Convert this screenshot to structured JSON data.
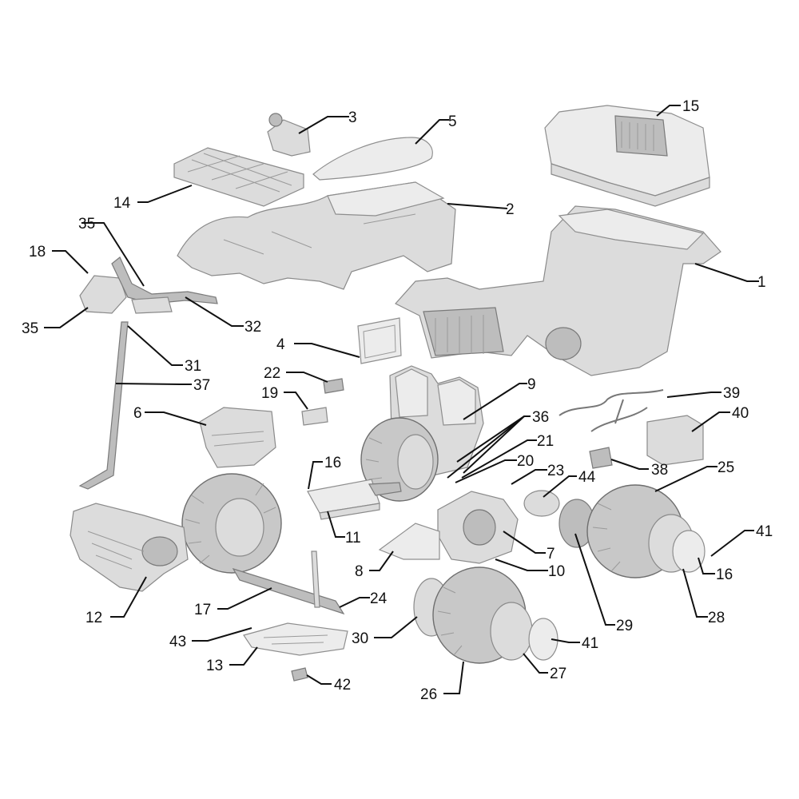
{
  "callouts": [
    {
      "id": "c1",
      "label": "1"
    },
    {
      "id": "c2",
      "label": "2"
    },
    {
      "id": "c3",
      "label": "3"
    },
    {
      "id": "c4",
      "label": "4"
    },
    {
      "id": "c5",
      "label": "5"
    },
    {
      "id": "c6",
      "label": "6"
    },
    {
      "id": "c7",
      "label": "7"
    },
    {
      "id": "c8",
      "label": "8"
    },
    {
      "id": "c9",
      "label": "9"
    },
    {
      "id": "c10",
      "label": "10"
    },
    {
      "id": "c11",
      "label": "11"
    },
    {
      "id": "c12",
      "label": "12"
    },
    {
      "id": "c13",
      "label": "13"
    },
    {
      "id": "c14",
      "label": "14"
    },
    {
      "id": "c15",
      "label": "15"
    },
    {
      "id": "c16a",
      "label": "16"
    },
    {
      "id": "c16b",
      "label": "16"
    },
    {
      "id": "c17",
      "label": "17"
    },
    {
      "id": "c18",
      "label": "18"
    },
    {
      "id": "c19",
      "label": "19"
    },
    {
      "id": "c20",
      "label": "20"
    },
    {
      "id": "c21",
      "label": "21"
    },
    {
      "id": "c22",
      "label": "22"
    },
    {
      "id": "c23",
      "label": "23"
    },
    {
      "id": "c24",
      "label": "24"
    },
    {
      "id": "c25",
      "label": "25"
    },
    {
      "id": "c26",
      "label": "26"
    },
    {
      "id": "c27",
      "label": "27"
    },
    {
      "id": "c28",
      "label": "28"
    },
    {
      "id": "c29",
      "label": "29"
    },
    {
      "id": "c30",
      "label": "30"
    },
    {
      "id": "c31",
      "label": "31"
    },
    {
      "id": "c32",
      "label": "32"
    },
    {
      "id": "c35a",
      "label": "35"
    },
    {
      "id": "c35b",
      "label": "35"
    },
    {
      "id": "c36",
      "label": "36"
    },
    {
      "id": "c37",
      "label": "37"
    },
    {
      "id": "c38",
      "label": "38"
    },
    {
      "id": "c39",
      "label": "39"
    },
    {
      "id": "c40",
      "label": "40"
    },
    {
      "id": "c41a",
      "label": "41"
    },
    {
      "id": "c41b",
      "label": "41"
    },
    {
      "id": "c42",
      "label": "42"
    },
    {
      "id": "c43",
      "label": "43"
    },
    {
      "id": "c44",
      "label": "44"
    }
  ],
  "colors": {
    "part_fill": "#dcdcdc",
    "part_stroke": "#8a8a8a",
    "leader": "#111111",
    "background": "#ffffff"
  }
}
